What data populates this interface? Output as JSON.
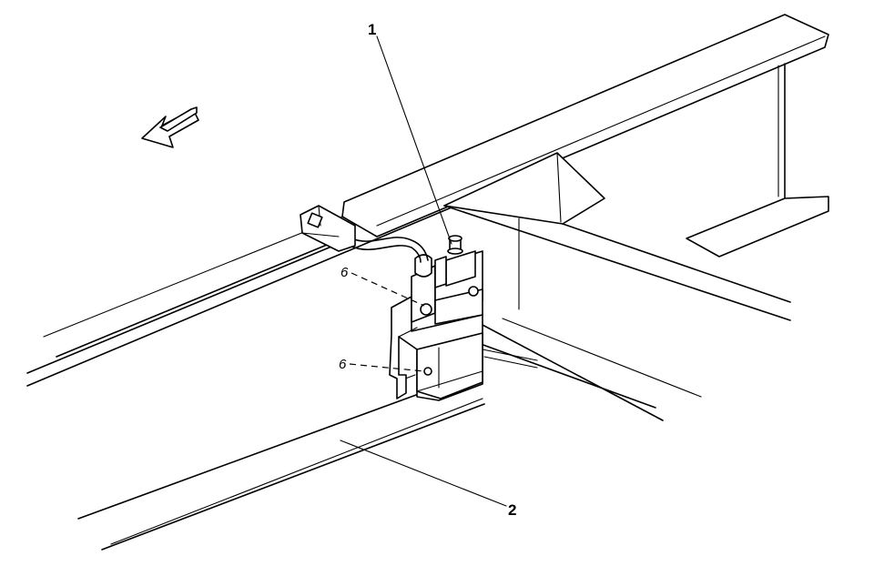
{
  "callouts": {
    "item1": "1",
    "item2": "2"
  },
  "fastener_symbols": {
    "upper": "6",
    "lower": "6"
  },
  "icons": {
    "direction_arrow": "forward-arrow-icon"
  }
}
